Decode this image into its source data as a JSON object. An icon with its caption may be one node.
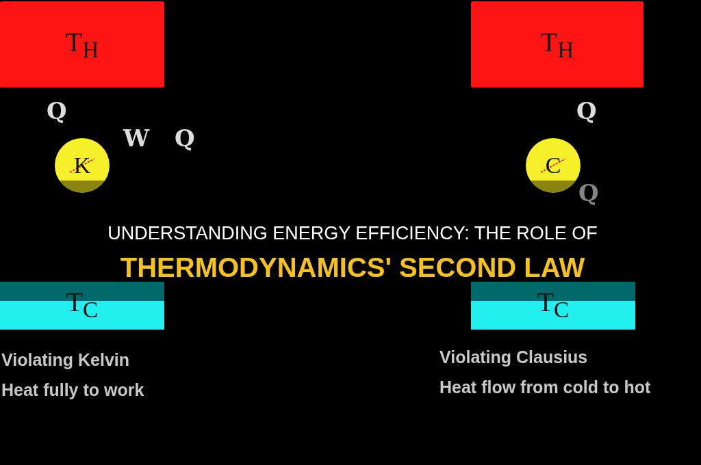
{
  "diagram": {
    "title": "UNDERSTANDING ENERGY EFFICIENCY: THE ROLE OF THERMODYNAMICS' SECOND LAW",
    "nodes": [
      {
        "text": [
          "T$_{H}$"
        ]
      },
      {
        "text": [
          "K"
        ]
      },
      {
        "text": [
          "T$_{C}$"
        ]
      },
      {
        "text": [
          "T$_{H}$"
        ]
      },
      {
        "text": [
          "C"
        ]
      },
      {
        "text": [
          "T$_{C}$"
        ]
      }
    ],
    "labels": [
      "Q",
      "W",
      "Q",
      "Q",
      "Q",
      "Violating Kelvin",
      "Heat fully to work",
      "Violating Clausius",
      "Heat flow from cold to hot"
    ]
  }
}
